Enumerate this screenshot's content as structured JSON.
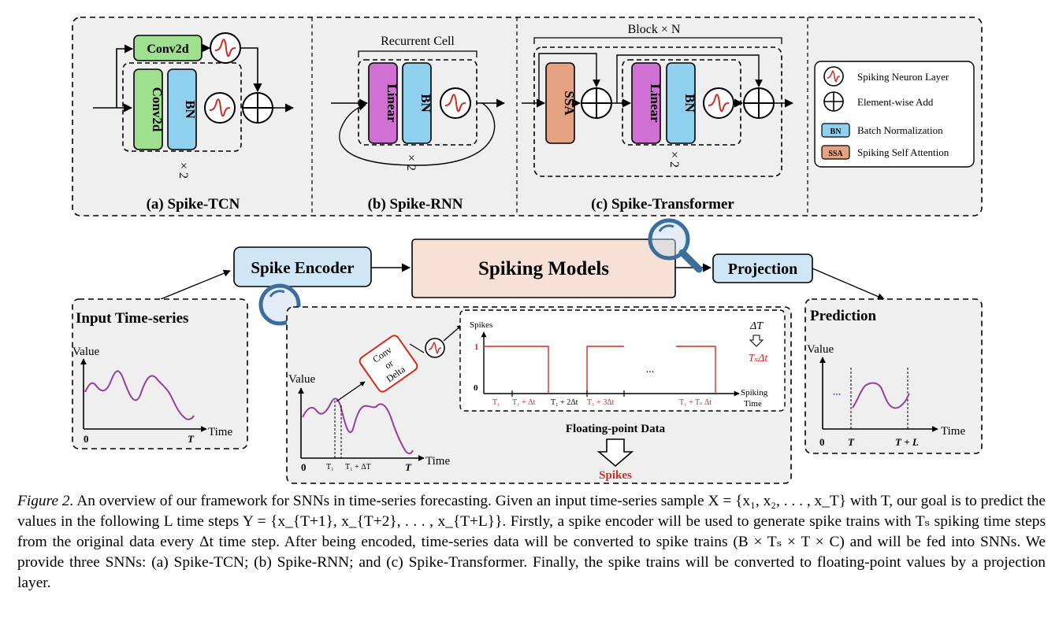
{
  "colors": {
    "panel_bg": "#efefef",
    "green_block": "#9fdf90",
    "blue_block": "#8fd0ef",
    "purple_block": "#d070d3",
    "orange_block": "#e6a383",
    "light_blue_box": "#cfe7f5",
    "peach_box": "#f7e1d6",
    "signal_purple": "#9a3c9e",
    "spike_red": "#d42b1e",
    "magnifier_blue": "#3c6e9c"
  },
  "top": {
    "tcn": {
      "conv2d_top": "Conv2d",
      "conv2d": "Conv2d",
      "bn": "BN",
      "repeat": "× 2",
      "title": "(a) Spike-TCN"
    },
    "rnn": {
      "cell_label": "Recurrent Cell",
      "linear": "Linear",
      "bn": "BN",
      "repeat": "× 2",
      "title": "(b) Spike-RNN"
    },
    "transformer": {
      "block_label": "Block × N",
      "ssa": "SSA",
      "linear": "Linear",
      "bn": "BN",
      "repeat": "× 2",
      "title": "(c) Spike-Transformer"
    },
    "legend": [
      {
        "icon": "spiking-neuron-icon",
        "label": "Spiking Neuron Layer"
      },
      {
        "icon": "element-wise-add-icon",
        "label": "Element-wise Add"
      },
      {
        "icon": "bn-badge",
        "badge": "BN",
        "label": "Batch Normalization"
      },
      {
        "icon": "ssa-badge",
        "badge": "SSA",
        "label": "Spiking Self Attention"
      }
    ]
  },
  "middle": {
    "encoder": "Spike Encoder",
    "models": "Spiking Models",
    "projection": "Projection"
  },
  "input": {
    "title": "Input Time-series",
    "ylabel": "Value",
    "xlabel": "Time",
    "x0": "0",
    "xT": "T"
  },
  "encoder_detail": {
    "ylabel": "Value",
    "xlabel": "Time",
    "x0": "0",
    "xT": "T",
    "t1": "T₁",
    "t1dt": "T₁ + ΔT",
    "conv_box": [
      "Conv",
      "or",
      "Delta"
    ],
    "spikes_ylabel": "Spikes",
    "one": "1",
    "zero": "0",
    "spiking_time": [
      "Spiking",
      "Time"
    ],
    "ticks": [
      "T₁",
      "T₁ + Δt",
      "T₁ + 2Δt",
      "T₁ + 3Δt",
      "T₁ + Tₛ Δt"
    ],
    "ellipsis": "...",
    "dT": "ΔT",
    "ts_dt": "TₛΔt",
    "float_label": "Floating-point Data",
    "spikes_label": "Spikes"
  },
  "prediction": {
    "title": "Prediction",
    "ylabel": "Value",
    "xlabel": "Time",
    "x0": "0",
    "xT": "T",
    "xTL": "T + L",
    "dots": "..."
  },
  "caption": {
    "fig": "Figure 2.",
    "text": " An overview of our framework for SNNs in time-series forecasting. Given an input time-series sample X = {x₁, x₂, . . . , x_T} with T, our goal is to predict the values in the following L time steps Y = {x_{T+1}, x_{T+2}, . . . , x_{T+L}}. Firstly, a spike encoder will be used to generate spike trains with Tₛ spiking time steps from the original data every Δt time step. After being encoded, time-series data will be converted to spike trains (B × Tₛ × T × C) and will be fed into SNNs. We provide three SNNs: (a) Spike-TCN; (b) Spike-RNN; and (c) Spike-Transformer. Finally, the spike trains will be converted to floating-point values by a projection layer."
  }
}
